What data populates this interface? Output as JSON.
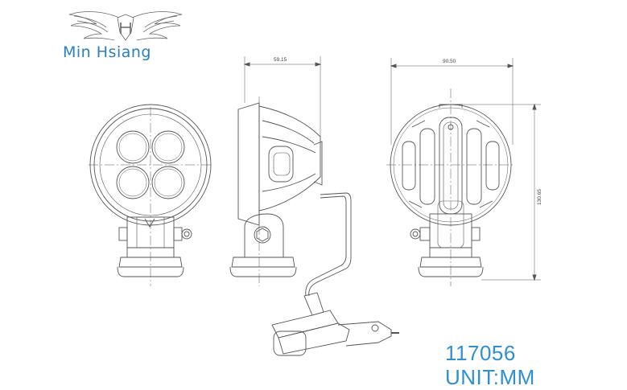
{
  "brand": {
    "name": "Min Hsiang",
    "accent_color": "#2f8fd0"
  },
  "dimensions": {
    "side_width": "59.15",
    "back_width": "90.50",
    "back_height": "130.65"
  },
  "part_number": "117056",
  "unit_label": "UNIT:MM"
}
